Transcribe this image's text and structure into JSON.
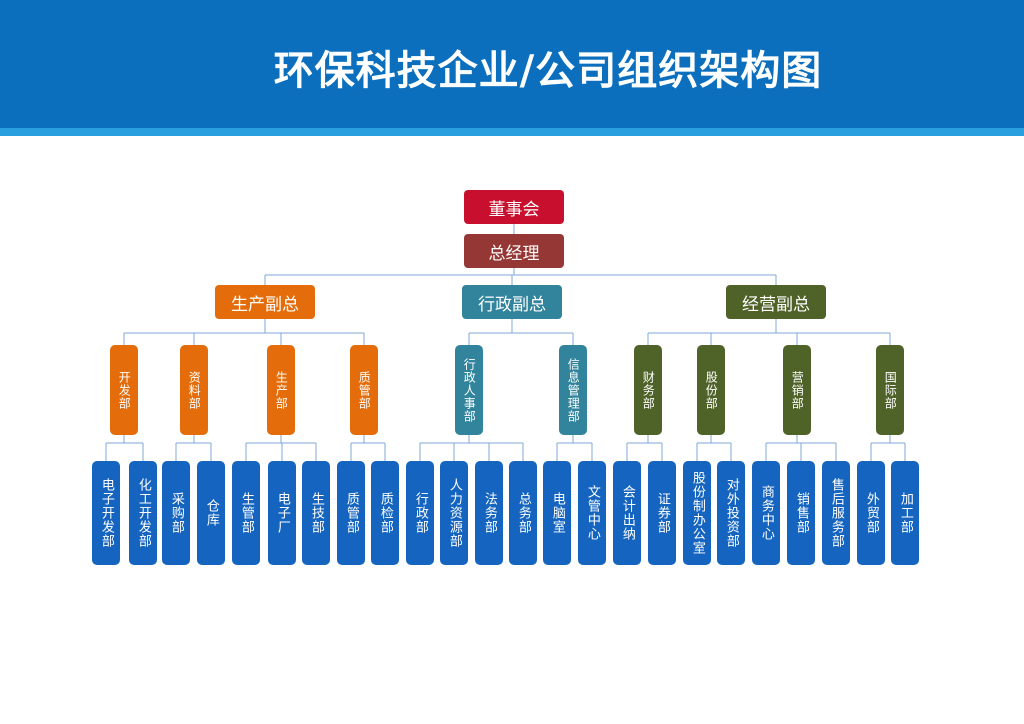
{
  "title": "环保科技企业/公司组织架构图",
  "colors": {
    "board": "#c8102e",
    "gm": "#953735",
    "production": "#e46c0a",
    "admin": "#31849b",
    "business": "#4f6228",
    "leaf": "#1565c0",
    "header": "#0b6fbd"
  },
  "board": "董事会",
  "gm": "总经理",
  "vps": [
    {
      "label": "生产副总",
      "departments": [
        {
          "label": "开发部",
          "units": [
            "电子开发部",
            "化工开发部"
          ]
        },
        {
          "label": "资料部",
          "units": [
            "采购部",
            "仓库"
          ]
        },
        {
          "label": "生产部",
          "units": [
            "生管部",
            "电子厂",
            "生技部"
          ]
        },
        {
          "label": "质管部",
          "units": [
            "质管部",
            "质检部"
          ]
        }
      ]
    },
    {
      "label": "行政副总",
      "departments": [
        {
          "label": "行政人事部",
          "units": [
            "行政部",
            "人力资源部",
            "法务部",
            "总务部"
          ]
        },
        {
          "label": "信息管理部",
          "units": [
            "电脑室",
            "文管中心"
          ]
        }
      ]
    },
    {
      "label": "经营副总",
      "departments": [
        {
          "label": "财务部",
          "units": [
            "会计出纳",
            "证券部"
          ]
        },
        {
          "label": "股份部",
          "units": [
            "股份制办公室",
            "对外投资部"
          ]
        },
        {
          "label": "营销部",
          "units": [
            "商务中心",
            "销售部",
            "售后服务部"
          ]
        },
        {
          "label": "国际部",
          "units": [
            "外贸部",
            "加工部"
          ]
        }
      ]
    }
  ]
}
